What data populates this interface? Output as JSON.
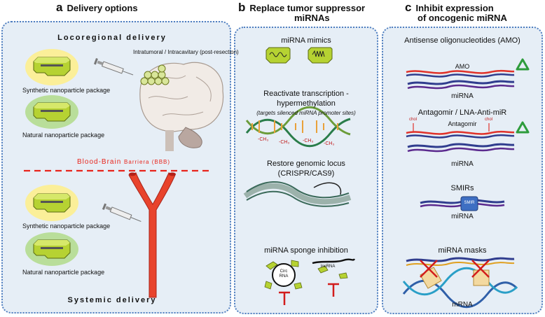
{
  "panel_a": {
    "letter": "a",
    "title": "Delivery options",
    "locoregional": "Locoregional delivery",
    "intratumoral": "Intratumoral  / Intracavitary (post-resection)",
    "synthetic_1": "Synthetic nanoparticle package",
    "natural_1": "Natural nanoparticle package",
    "bbb": "Blood-Brain",
    "bbb_rest": "Barriera (BBB)",
    "synthetic_2": "Synthetic nanoparticle package",
    "natural_2": "Natural nanoparticle package",
    "systemic": "Systemic delivery"
  },
  "panel_b": {
    "letter": "b",
    "title_line1": "Replace tumor suppressor",
    "title_line2": "miRNAs",
    "mimics": "miRNA mimics",
    "reactivate_line1": "Reactivate transcription -",
    "reactivate_line2": "hypermethylation",
    "reactivate_note": "(targets silenced miRNA promoter sites)",
    "ch3": "-CH₃",
    "restore_line1": "Restore genomic locus",
    "restore_line2": "(CRISPR/CAS9)",
    "sponge": "miRNA sponge inhibition",
    "circ_line1": "Circ",
    "circ_line2": "RNA",
    "lncrna": "lncRNA"
  },
  "panel_c": {
    "letter": "c",
    "title_line1": "Inhibit expression",
    "title_line2": "of oncogenic miRNA",
    "amo_title": "Antisense oligonucleotides (AMO)",
    "amo_label": "AMO",
    "mirna_1": "miRNA",
    "antagomir_title": "Antagomir / LNA-Anti-miR",
    "antagomir_label": "Antagomir",
    "chol": "chol",
    "mirna_2": "miRNA",
    "smirs_title": "SMIRs",
    "smir_label": "SMIR",
    "mirna_3": "miRNA",
    "masks_title": "miRNA masks",
    "mrna": "mRNA"
  },
  "colors": {
    "panel_fill": "#e6eef6",
    "panel_border": "#4f7ec0",
    "bbb_red": "#e8251c",
    "vessel": "#e8432c",
    "nano_green": "#b6d232",
    "halo_yellow": "#fbef99",
    "halo_green": "#b9de9a",
    "strand_blue": "#303d8e",
    "inhibit_red": "#d21c1c"
  }
}
